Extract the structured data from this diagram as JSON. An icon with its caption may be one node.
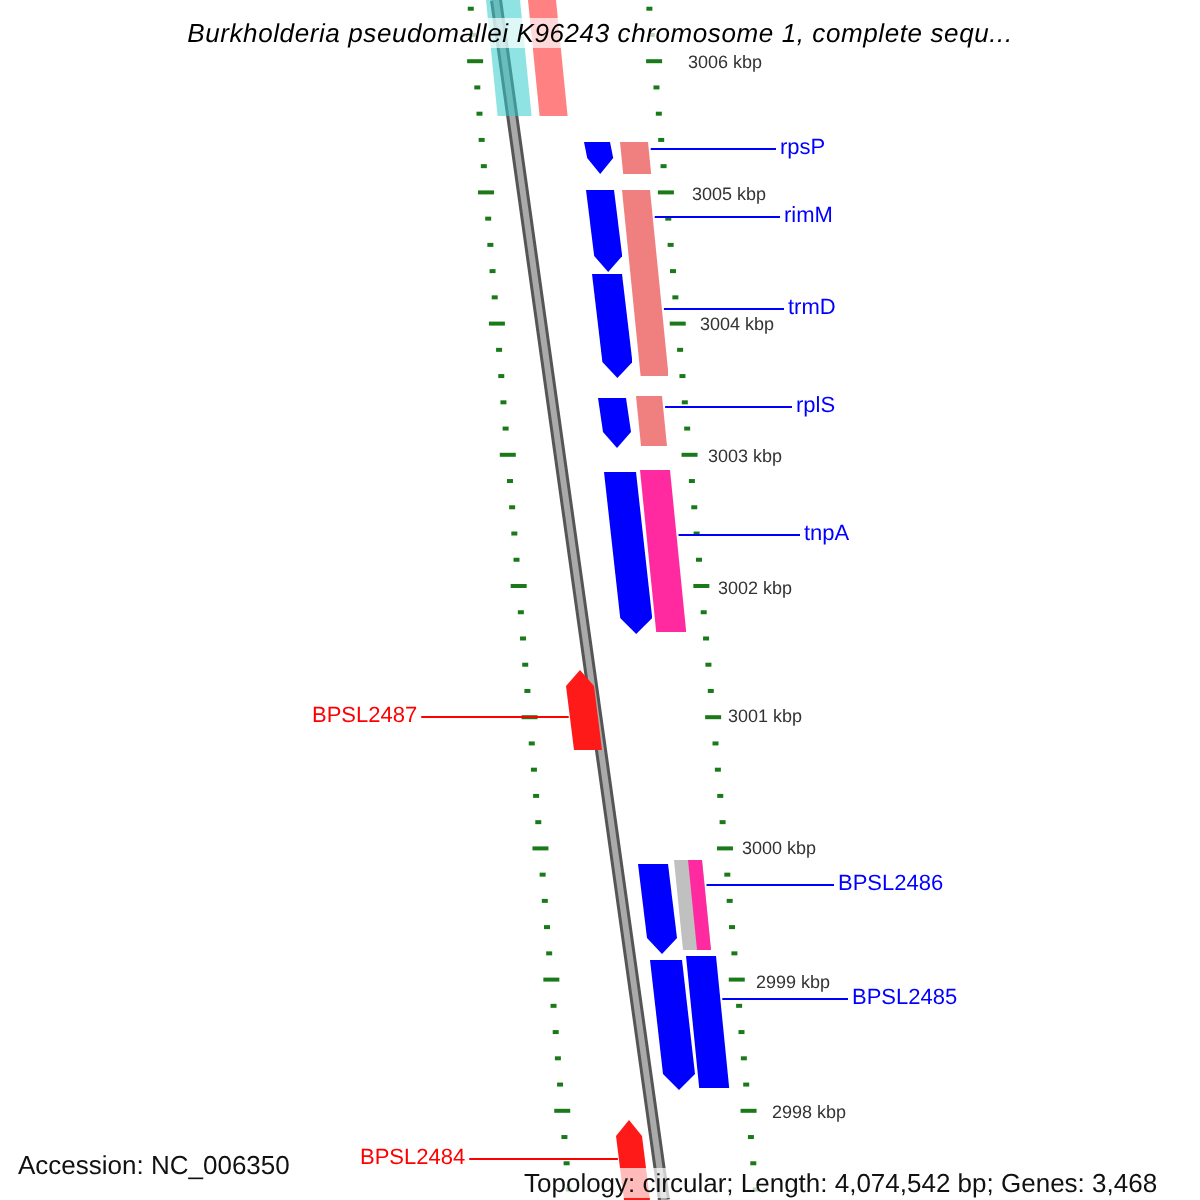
{
  "diagram": {
    "title": "Burkholderia pseudomallei K96243 chromosome 1, complete sequ...",
    "nodes": [
      {
        "text": [],
        "shape": "bar"
      },
      {
        "text": [],
        "shape": "bar"
      },
      {
        "text": [],
        "shape": "pentagon"
      },
      {
        "text": [],
        "shape": "bar"
      },
      {
        "text": [
          "rpsP"
        ]
      },
      {
        "text": [],
        "shape": "pentagon"
      },
      {
        "text": [],
        "shape": "bar"
      },
      {
        "text": [
          "rimM"
        ]
      },
      {
        "text": [],
        "shape": "pentagon"
      },
      {
        "text": [
          "trmD"
        ]
      },
      {
        "text": [],
        "shape": "pentagon"
      },
      {
        "text": [],
        "shape": "bar"
      },
      {
        "text": [
          "rplS"
        ]
      },
      {
        "text": [],
        "shape": "pentagon"
      },
      {
        "text": [],
        "shape": "bar"
      },
      {
        "text": [
          "tnpA"
        ]
      },
      {
        "text": [
          "BPSL2487"
        ]
      },
      {
        "text": [],
        "shape": "pentagon"
      },
      {
        "text": [],
        "shape": "pentagon"
      },
      {
        "text": [],
        "shape": "bar"
      },
      {
        "text": [
          "BPSL2486"
        ]
      },
      {
        "text": [],
        "shape": "pentagon"
      },
      {
        "text": [],
        "shape": "bar"
      },
      {
        "text": [
          "BPSL2485"
        ]
      },
      {
        "text": [
          "BPSL2484"
        ]
      },
      {
        "text": [],
        "shape": "pentagon"
      }
    ],
    "edges": [
      {
        "from": 4,
        "to": 3,
        "arrow": "none"
      },
      {
        "from": 7,
        "to": 6,
        "arrow": "none"
      },
      {
        "from": 9,
        "to": 6,
        "arrow": "none"
      },
      {
        "from": 12,
        "to": 11,
        "arrow": "none"
      },
      {
        "from": 15,
        "to": 14,
        "arrow": "none"
      },
      {
        "from": 16,
        "to": 17,
        "arrow": "none",
        "color": "#ff0000"
      },
      {
        "from": 20,
        "to": 19,
        "arrow": "none"
      },
      {
        "from": 23,
        "to": 22,
        "arrow": "none"
      },
      {
        "from": 24,
        "to": 25,
        "arrow": "none",
        "color": "#ff0000"
      }
    ],
    "labels": [
      "3006 kbp",
      "3005 kbp",
      "3004 kbp",
      "3003 kbp",
      "3002 kbp",
      "3001 kbp",
      "3000 kbp",
      "2999 kbp",
      "2998 kbp",
      "Accession: NC_006350",
      "Topology: circular; Length: 4,074,542 bp; Genes: 3,468"
    ]
  }
}
